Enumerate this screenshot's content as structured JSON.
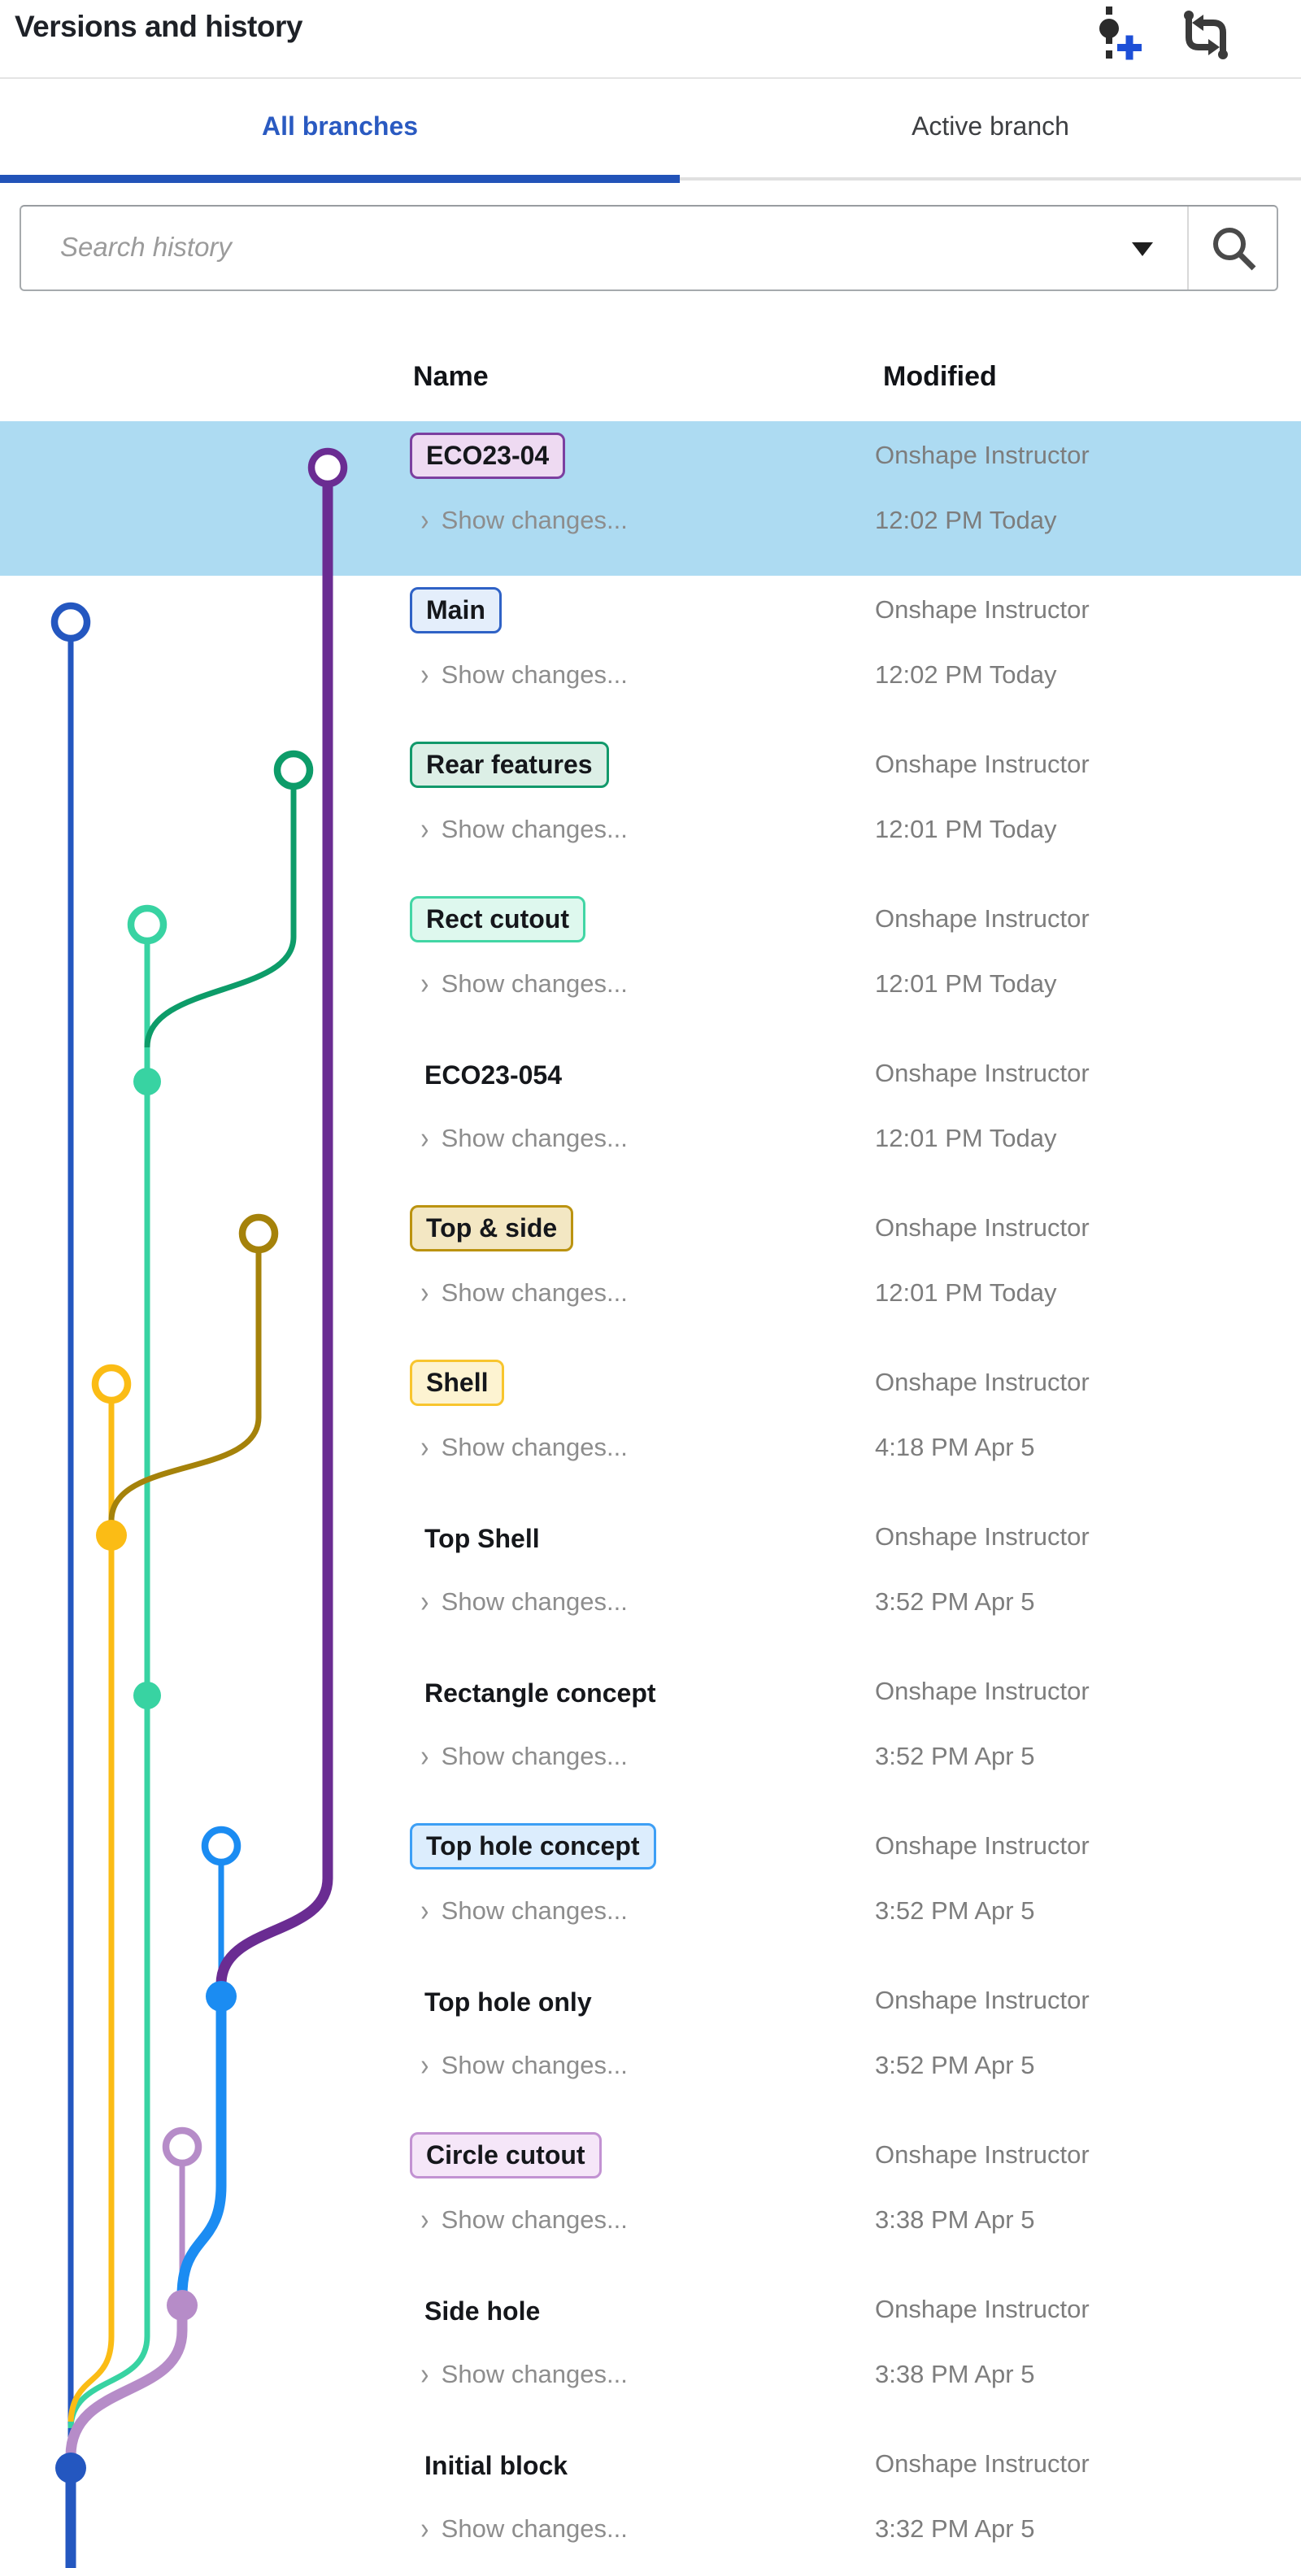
{
  "header": {
    "title": "Versions and history",
    "icons": [
      {
        "name": "create-version-icon"
      },
      {
        "name": "sync-branches-icon"
      }
    ]
  },
  "tabs": [
    {
      "label": "All branches",
      "active": true
    },
    {
      "label": "Active branch",
      "active": false
    }
  ],
  "search": {
    "placeholder": "Search history",
    "icons": [
      {
        "name": "dropdown-caret-icon"
      },
      {
        "name": "search-icon"
      }
    ]
  },
  "table": {
    "columns": {
      "name": "Name",
      "modified": "Modified"
    },
    "show_changes_label": "Show changes...",
    "chevron_glyph": "›"
  },
  "rows": [
    {
      "name": "ECO23-04",
      "badge": {
        "border": "#7b3fa0",
        "bg": "#eedaf2"
      },
      "author": "Onshape Instructor",
      "time": "12:02 PM Today",
      "selected": true
    },
    {
      "name": "Main",
      "badge": {
        "border": "#2f62c6",
        "bg": "#e4eefb"
      },
      "author": "Onshape Instructor",
      "time": "12:02 PM Today",
      "selected": false
    },
    {
      "name": "Rear features",
      "badge": {
        "border": "#12996b",
        "bg": "#dcefe6"
      },
      "author": "Onshape Instructor",
      "time": "12:01 PM Today",
      "selected": false
    },
    {
      "name": "Rect cutout",
      "badge": {
        "border": "#42d6a5",
        "bg": "#def8ee"
      },
      "author": "Onshape Instructor",
      "time": "12:01 PM Today",
      "selected": false
    },
    {
      "name": "ECO23-054",
      "badge": null,
      "author": "Onshape Instructor",
      "time": "12:01 PM Today",
      "selected": false
    },
    {
      "name": "Top & side",
      "badge": {
        "border": "#bb9310",
        "bg": "#f3e7c3"
      },
      "author": "Onshape Instructor",
      "time": "12:01 PM Today",
      "selected": false
    },
    {
      "name": "Shell",
      "badge": {
        "border": "#f8c52e",
        "bg": "#fdf3d1"
      },
      "author": "Onshape Instructor",
      "time": "4:18 PM Apr 5",
      "selected": false
    },
    {
      "name": "Top Shell",
      "badge": null,
      "author": "Onshape Instructor",
      "time": "3:52 PM Apr 5",
      "selected": false
    },
    {
      "name": "Rectangle concept",
      "badge": null,
      "author": "Onshape Instructor",
      "time": "3:52 PM Apr 5",
      "selected": false
    },
    {
      "name": "Top hole concept",
      "badge": {
        "border": "#3d9ff5",
        "bg": "#dcedfd"
      },
      "author": "Onshape Instructor",
      "time": "3:52 PM Apr 5",
      "selected": false
    },
    {
      "name": "Top hole only",
      "badge": null,
      "author": "Onshape Instructor",
      "time": "3:52 PM Apr 5",
      "selected": false
    },
    {
      "name": "Circle cutout",
      "badge": {
        "border": "#c292d2",
        "bg": "#f5e6f8"
      },
      "author": "Onshape Instructor",
      "time": "3:38 PM Apr 5",
      "selected": false
    },
    {
      "name": "Side hole",
      "badge": null,
      "author": "Onshape Instructor",
      "time": "3:38 PM Apr 5",
      "selected": false
    },
    {
      "name": "Initial block",
      "badge": null,
      "author": "Onshape Instructor",
      "time": "3:32 PM Apr 5",
      "selected": false
    }
  ],
  "graph": {
    "colors": {
      "main_blue": "#2457c0",
      "yellow": "#fbbc15",
      "mint": "#38d3a2",
      "plum": "#b68cc8",
      "dodger": "#1b8cf2",
      "gold": "#a5820a",
      "green": "#0d9c69",
      "purple": "#6a2c92"
    },
    "selected_row_bg": "#addbf2"
  }
}
